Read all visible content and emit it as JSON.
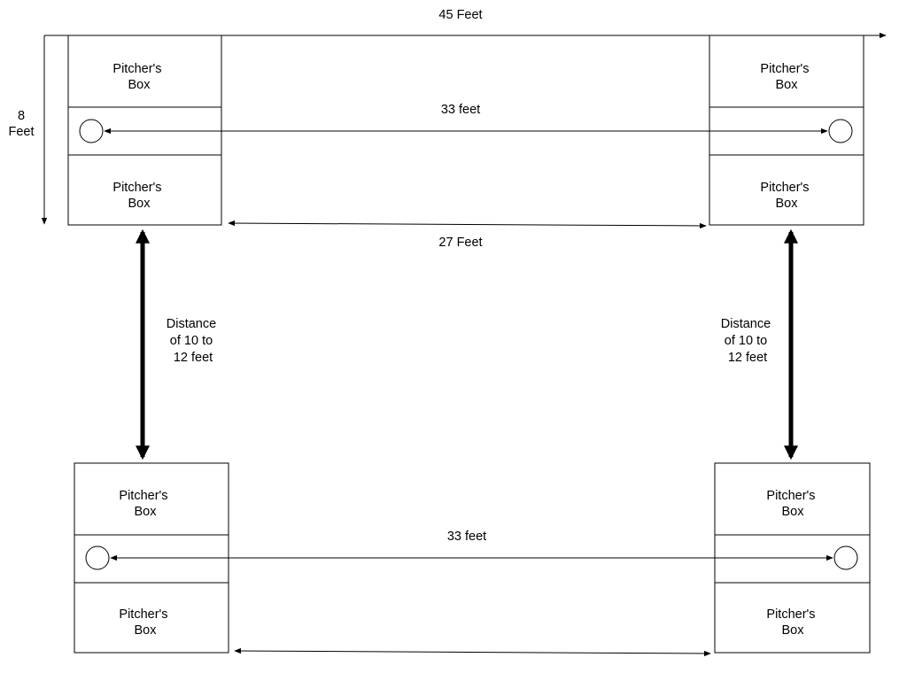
{
  "dimensions": {
    "width_label": "45 Feet",
    "height_label_line1": "8",
    "height_label_line2": "Feet",
    "top_mound_label": "33 feet",
    "bottom_mound_label": "33 feet",
    "box_gap_label": "27 Feet",
    "left_distance_label": [
      "Distance",
      "of 10 to",
      "12 feet"
    ],
    "right_distance_label": [
      "Distance",
      "of 10 to",
      "12 feet"
    ]
  },
  "box_label": [
    "Pitcher's",
    "Box"
  ],
  "lanes": [
    {
      "id": "top-left"
    },
    {
      "id": "top-right"
    },
    {
      "id": "bottom-left"
    },
    {
      "id": "bottom-right"
    }
  ]
}
